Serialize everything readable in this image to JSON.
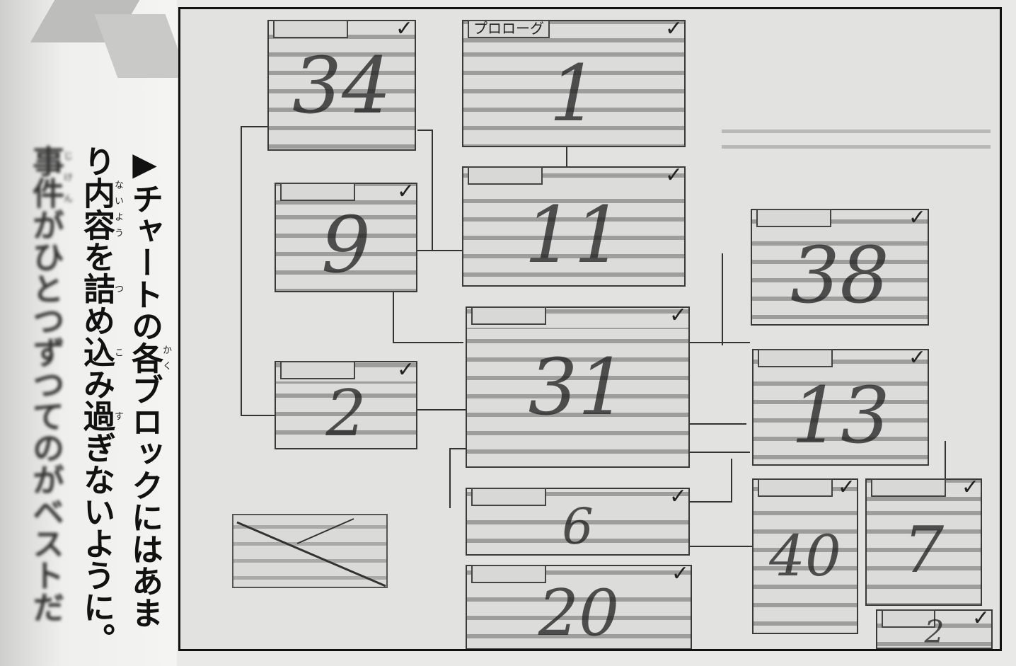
{
  "caption": {
    "col1": {
      "t1": "▶チャートの",
      "k1": "各",
      "r1": "かく",
      "t2": "ブロックにはあま"
    },
    "col2": {
      "t1": "り",
      "k1": "内容",
      "r1": "ないよう",
      "t2": "を",
      "k2": "詰",
      "r2": "つ",
      "t3": "め",
      "k3": "込",
      "r3": "こ",
      "t4": "み",
      "k4": "過",
      "r4": "す",
      "t5": "ぎないように。"
    },
    "col3": {
      "k1": "事件",
      "r1": "じけん",
      "t1": "がひとつずつてのがベストだ"
    }
  },
  "chart": {
    "blocks": [
      {
        "id": "b34",
        "number": "34",
        "check": "✓"
      },
      {
        "id": "prologue",
        "header": "プロローグ",
        "number": "1",
        "check": "✓"
      },
      {
        "id": "b9",
        "number": "9",
        "check": "✓"
      },
      {
        "id": "b11",
        "number": "11",
        "check": "✓"
      },
      {
        "id": "b2",
        "number": "2",
        "check": "✓"
      },
      {
        "id": "b31",
        "number": "31",
        "check": "✓"
      },
      {
        "id": "b38",
        "number": "38",
        "check": "✓"
      },
      {
        "id": "b13",
        "number": "13",
        "check": "✓"
      },
      {
        "id": "b6",
        "number": "6",
        "check": "✓"
      },
      {
        "id": "b40",
        "number": "40",
        "check": "✓"
      },
      {
        "id": "b7",
        "number": "7",
        "check": "✓"
      },
      {
        "id": "b20",
        "number": "20",
        "check": "✓"
      },
      {
        "id": "b2b",
        "number": "2",
        "check": "✓"
      }
    ]
  }
}
